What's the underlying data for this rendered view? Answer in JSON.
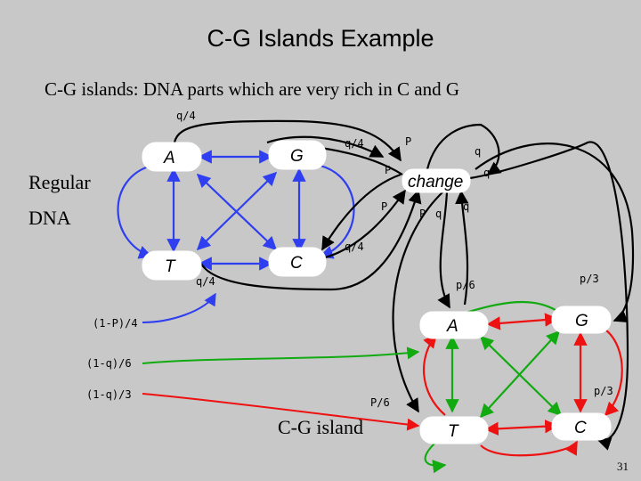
{
  "slide": {
    "title": "C-G Islands Example",
    "subtitle": "C-G islands: DNA parts which are very rich in C and G",
    "regular_label_1": "Regular",
    "regular_label_2": "DNA",
    "island_label": "C-G island",
    "slide_number": "31"
  },
  "regular_model": {
    "nodes": {
      "A": "A",
      "G": "G",
      "T": "T",
      "C": "C"
    },
    "self_loop_prob": "(1-P)/4",
    "edge_labels": {
      "top_q4": "q/4",
      "g_out_q4": "q/4",
      "c_out_q4": "q/4",
      "t_out_q4": "q/4"
    }
  },
  "change_node": {
    "label": "change",
    "edge_labels": {
      "p_top": "P",
      "p_mid": "P",
      "p_low": "P",
      "p_bottom": "P",
      "q_right_top": "q",
      "q_right": "q",
      "q_bottom_a": "q",
      "q_bottom_b": "q"
    }
  },
  "island_model": {
    "nodes": {
      "A": "A",
      "G": "G",
      "T": "T",
      "C": "C"
    },
    "prob_labels": {
      "q6": "(1-q)/6",
      "q3": "(1-q)/3",
      "p6_top": "p/6",
      "p6_bottom": "P/6",
      "p3_top": "p/3",
      "p3_right": "p/3"
    }
  },
  "colors": {
    "background": "#c8c8c8",
    "node_fill": "#ffffff",
    "black_edge": "#000000",
    "blue_edge": "#2f3ff0",
    "red_edge": "#ee1111",
    "green_edge": "#11aa11"
  }
}
